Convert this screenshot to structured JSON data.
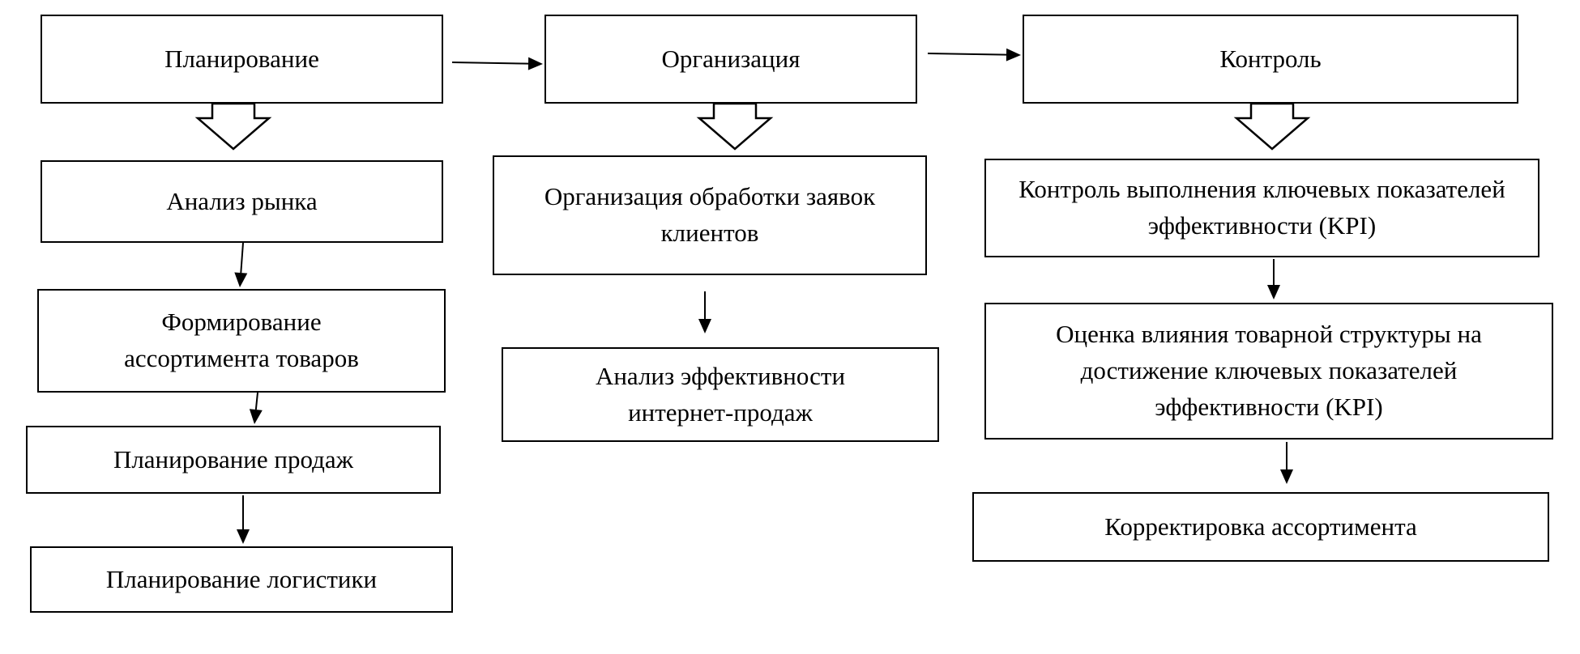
{
  "colors": {
    "stroke": "#000000",
    "background": "#ffffff"
  },
  "columns": [
    {
      "id": "planning",
      "header": "Планирование",
      "steps": [
        "Анализ рынка",
        "Формирование ассортимента товаров",
        "Планирование продаж",
        "Планирование логистики"
      ]
    },
    {
      "id": "organization",
      "header": "Организация",
      "steps": [
        "Организация обработки заявок клиентов",
        "Анализ эффективности интернет-продаж"
      ]
    },
    {
      "id": "control",
      "header": "Контроль",
      "steps": [
        "Контроль выполнения ключевых показателей эффективности (KPI)",
        "Оценка влияния товарной структуры на достижение ключевых показателей эффективности (KPI)",
        "Корректировка ассортимента"
      ]
    }
  ]
}
